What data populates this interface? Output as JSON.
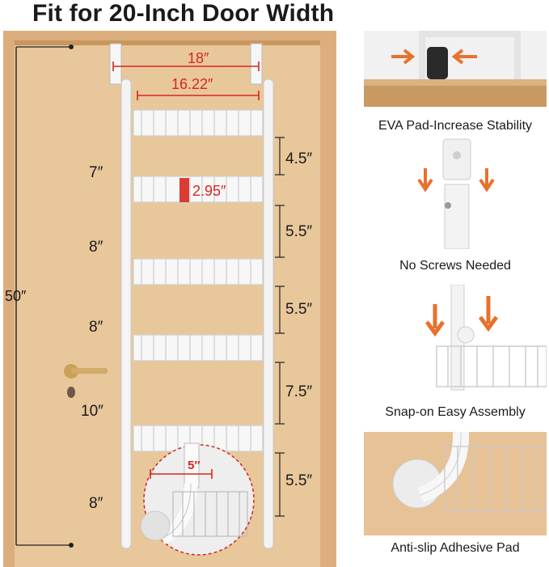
{
  "title": "Fit for 20-Inch Door Width",
  "dimensions": {
    "top_width": "18″",
    "inner_width": "16.22″",
    "depth": "2.95″",
    "total_height": "50″",
    "hook_width": "5″",
    "left_spacings": [
      "7″",
      "8″",
      "8″",
      "10″",
      "8″"
    ],
    "right_spacings": [
      "4.5″",
      "5.5″",
      "5.5″",
      "7.5″",
      "5.5″"
    ]
  },
  "features": [
    {
      "caption": "EVA Pad-Increase Stability",
      "icon": "eva-pad-icon"
    },
    {
      "caption": "No Screws Needed",
      "icon": "snap-connector-icon"
    },
    {
      "caption": "Snap-on Easy Assembly",
      "icon": "basket-snap-icon"
    },
    {
      "caption": "Anti-slip Adhesive Pad",
      "icon": "adhesive-pad-icon"
    }
  ],
  "colors": {
    "door": "#e9c9a0",
    "frame": "#d9a977",
    "rack": "#f4f4f4",
    "accent_red": "#d7261f",
    "arrow_orange": "#e8712d"
  }
}
